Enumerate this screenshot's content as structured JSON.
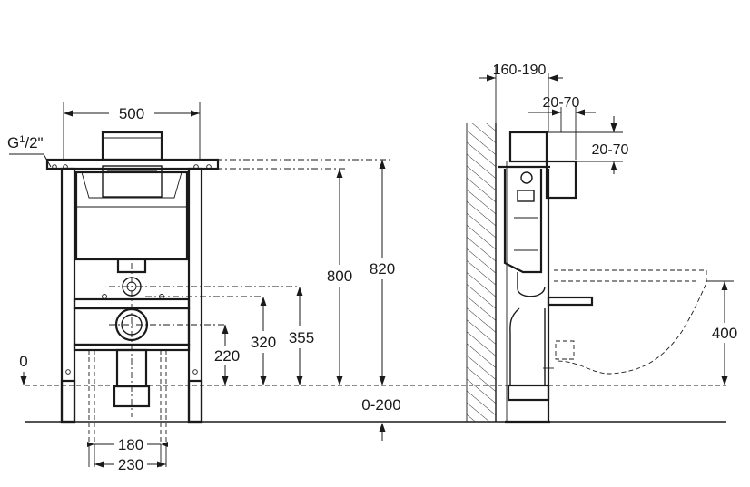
{
  "labels": {
    "thread": "G",
    "thread_sup": "1",
    "thread_tail": "/2\"",
    "width_500": "500",
    "zero": "0",
    "h_800": "800",
    "h_820": "820",
    "h_355": "355",
    "h_320": "320",
    "h_220": "220",
    "w_180": "180",
    "w_230": "230",
    "adj_0_200": "0-200",
    "depth_160_190": "160-190",
    "depth_20_70_a": "20-70",
    "depth_20_70_b": "20-70",
    "h_400": "400"
  }
}
